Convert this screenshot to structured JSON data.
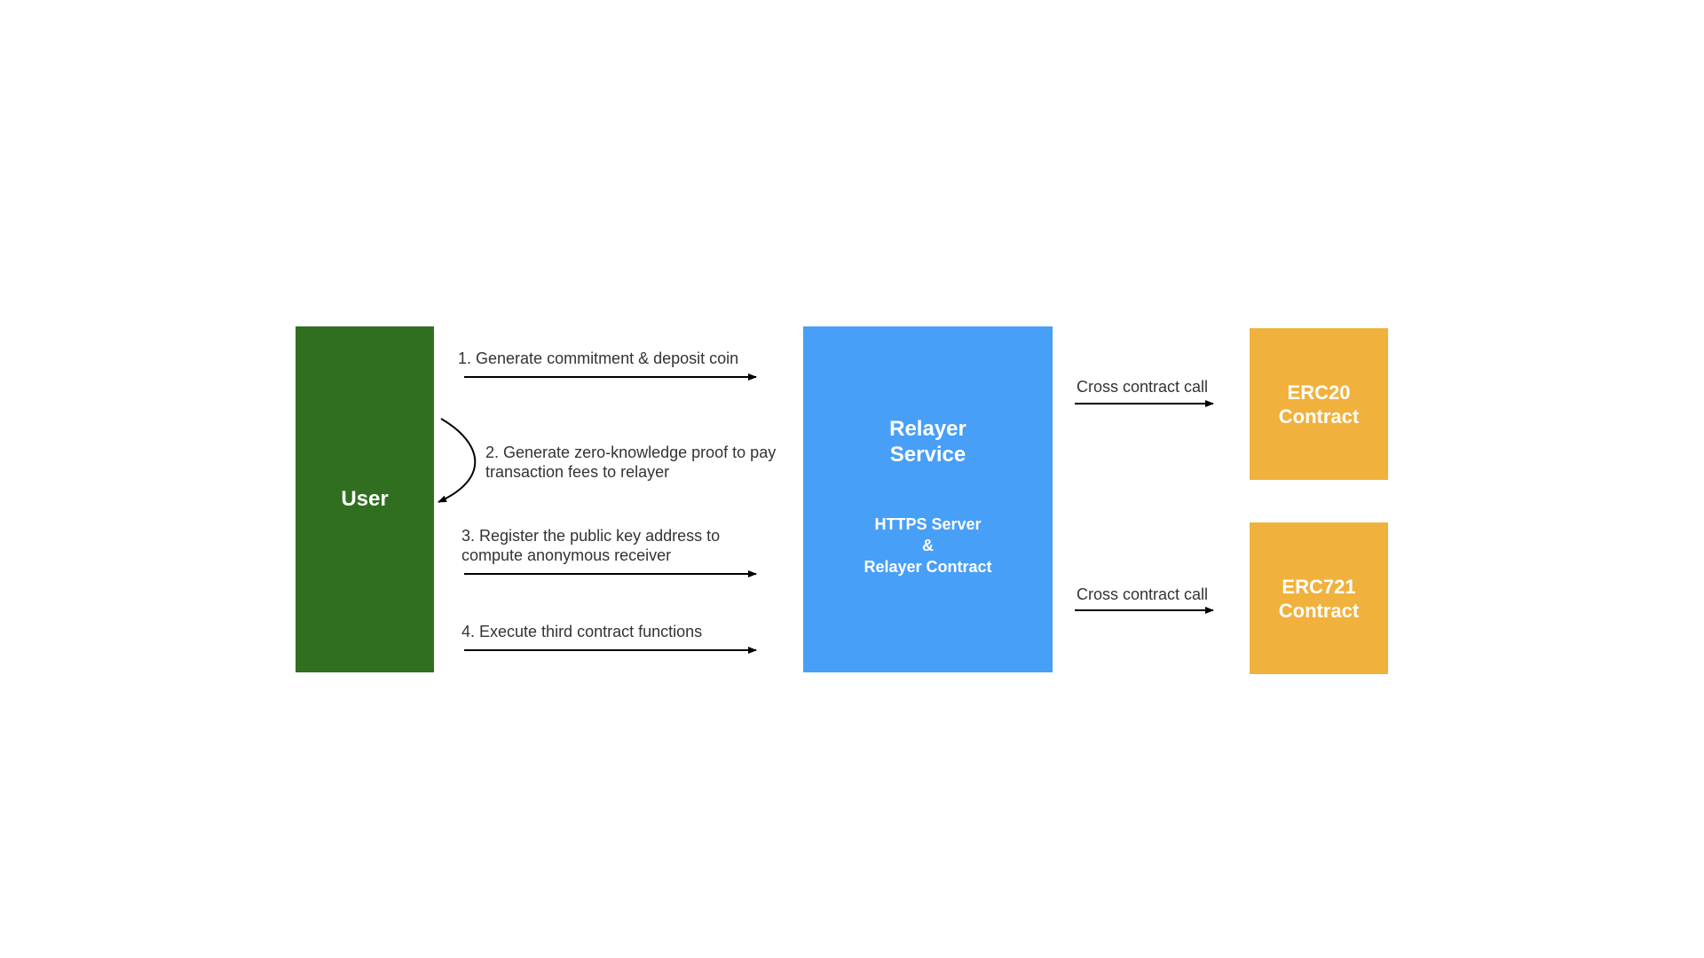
{
  "colors": {
    "user": "#2f6f1f",
    "relayer": "#489ff8",
    "contract": "#f1b13d",
    "arrow": "#000000",
    "text": "#333333"
  },
  "user": {
    "label": "User"
  },
  "relayer": {
    "title": "Relayer\nService",
    "subtitle": "HTTPS Server\n&\nRelayer Contract"
  },
  "contracts": {
    "erc20": "ERC20\nContract",
    "erc721": "ERC721\nContract"
  },
  "steps": {
    "step1": "1. Generate commitment & deposit coin",
    "step2": "2. Generate zero-knowledge proof to pay\ntransaction fees to relayer",
    "step3": "3. Register the public key address to\ncompute anonymous receiver",
    "step4": "4. Execute third contract functions"
  },
  "cross_calls": {
    "erc20": "Cross contract call",
    "erc721": "Cross contract call"
  }
}
